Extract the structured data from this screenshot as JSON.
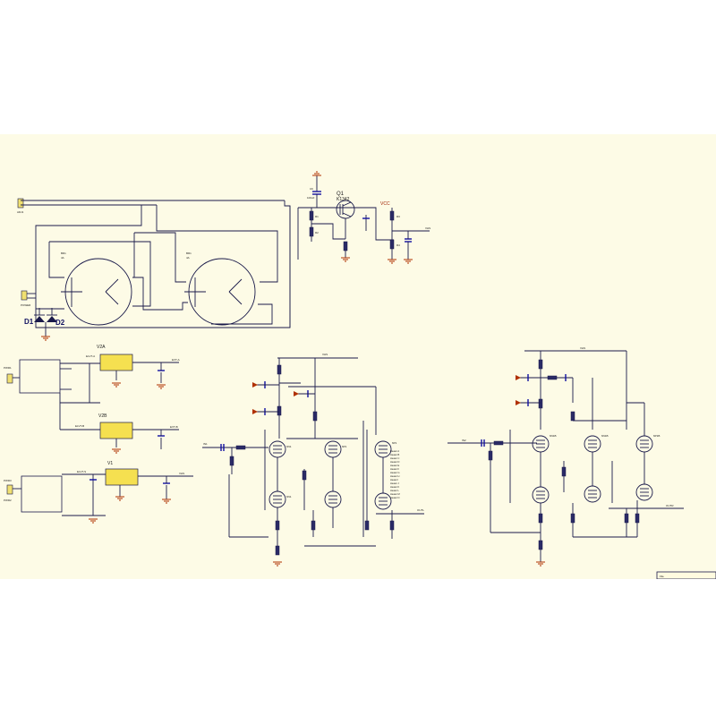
{
  "power_section": {
    "connector_top": "ADJ1",
    "connector_power": "POWER",
    "bridge1": {
      "ref": "BR1",
      "val": "4A"
    },
    "bridge2": {
      "ref": "BR1",
      "val": "4A"
    },
    "diode1": "D1",
    "diode2": "D2"
  },
  "source_section": {
    "transistor_ref": "Q1",
    "transistor_part": "K1342",
    "vcc": "VCC",
    "cap_ref": "C6",
    "cap_val": "100uF",
    "res_labels": [
      "R1",
      "R2",
      "R3",
      "R4"
    ],
    "out_label": "VHS"
  },
  "regulators": [
    {
      "ref": "V2A",
      "in_label": "ELVT-A",
      "out_label": "EVT-A"
    },
    {
      "ref": "V2B",
      "in_label": "ELVT-B",
      "out_label": "EVT-B"
    },
    {
      "ref": "V1",
      "in_label": "ELVT-S",
      "out_label": "VHS"
    }
  ],
  "reg_connectors": [
    "PWR1",
    "PWR2",
    "PWR3"
  ],
  "amp_left": {
    "rail": "VHS",
    "input": "IN1",
    "output": "OUTL",
    "tube_labels": [
      "6N1",
      "6N1",
      "6P1",
      "6P1"
    ],
    "pin_list": [
      "Heater A",
      "Heater B",
      "Heater C",
      "Heater D",
      "Heater E",
      "Heater F",
      "Heater G",
      "Heater H",
      "Heater I",
      "Heater J",
      "Heater K",
      "Heater L",
      "Heater M",
      "Heater N"
    ]
  },
  "amp_right": {
    "rail": "VHS",
    "input": "IN2",
    "output": "OUTR",
    "tube_labels": [
      "6N1B",
      "6N1B",
      "6P1B"
    ]
  },
  "title_block": "File"
}
